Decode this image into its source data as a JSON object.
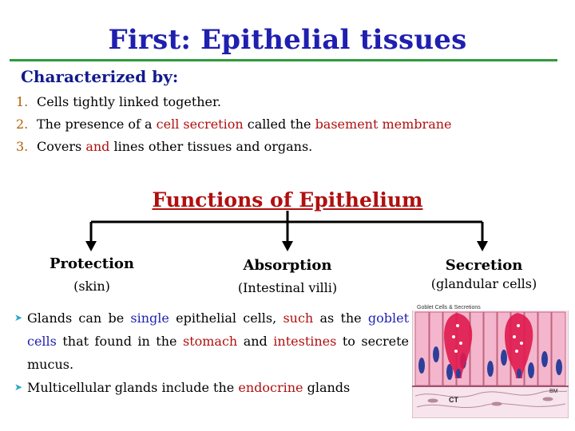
{
  "title": "First: Epithelial tissues",
  "subtitle": "Characterized by:",
  "characteristics": [
    {
      "num": "1.",
      "parts": [
        "Cells tightly linked together.",
        "",
        "",
        "",
        ""
      ]
    },
    {
      "num": "2.",
      "parts": [
        "The presence of a ",
        "cell secretion",
        " called the ",
        "basement membrane",
        ""
      ]
    },
    {
      "num": "3.",
      "parts": [
        "Covers ",
        "and",
        " lines other tissues and organs.",
        "",
        ""
      ]
    }
  ],
  "functions_heading": "Functions of Epithelium",
  "functions": [
    {
      "label": "Protection",
      "detail": "(skin)"
    },
    {
      "label": "Absorption",
      "detail": "(Intestinal villi)"
    },
    {
      "label": "Secretion",
      "detail": "(glandular cells)"
    }
  ],
  "bullets": {
    "b1": {
      "t1": "Glands can be ",
      "t2": "single",
      " t3": "",
      "t3": " epithelial cells, ",
      "t4": "such",
      "t5": " as the ",
      "t6": "goblet",
      "t7": "cells",
      "t8": " that found in the ",
      "t9": "stomach",
      "t10": " and ",
      "t11": "intestines",
      "t12": " to secrete mucus."
    },
    "b2": {
      "t1": "Multicellular glands include the ",
      "t2": "endocrine",
      "t3": " glands"
    }
  },
  "diagram": {
    "caption": "Goblet Cells & Secretions",
    "labels": {
      "ct": "CT",
      "bm": "BM"
    },
    "colors": {
      "background": "#f7e4ec",
      "cell": "#f4b6cc",
      "nucleus": "#2d3f9a",
      "goblet": "#e0194f"
    }
  },
  "colors": {
    "title": "#1f1fb0",
    "rule": "#2f9a3c",
    "subtitle": "#121a8c",
    "emphasis_red": "#b01010",
    "emphasis_blue": "#1f1fb0",
    "bullet_arrow": "#2aa6c6"
  }
}
